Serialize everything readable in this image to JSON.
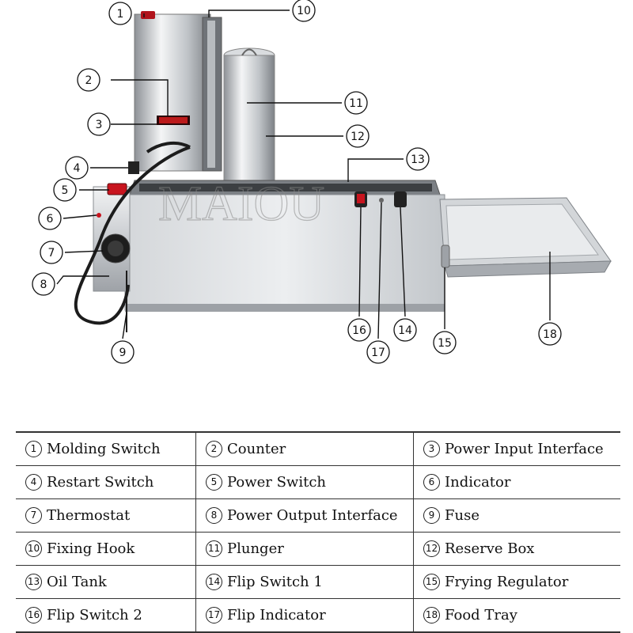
{
  "watermark": "MAIOU",
  "legend": [
    {
      "num": "1",
      "label": "Molding Switch"
    },
    {
      "num": "2",
      "label": "Counter"
    },
    {
      "num": "3",
      "label": "Power Input Interface"
    },
    {
      "num": "4",
      "label": "Restart Switch"
    },
    {
      "num": "5",
      "label": "Power Switch"
    },
    {
      "num": "6",
      "label": "Indicator"
    },
    {
      "num": "7",
      "label": "Thermostat"
    },
    {
      "num": "8",
      "label": "Power Output Interface"
    },
    {
      "num": "9",
      "label": "Fuse"
    },
    {
      "num": "10",
      "label": "Fixing Hook"
    },
    {
      "num": "11",
      "label": "Plunger"
    },
    {
      "num": "12",
      "label": "Reserve Box"
    },
    {
      "num": "13",
      "label": "Oil Tank"
    },
    {
      "num": "14",
      "label": "Flip Switch 1"
    },
    {
      "num": "15",
      "label": "Frying Regulator"
    },
    {
      "num": "16",
      "label": "Flip Switch 2"
    },
    {
      "num": "17",
      "label": "Flip Indicator"
    },
    {
      "num": "18",
      "label": "Food Tray"
    }
  ],
  "colors": {
    "steel_light": "#e6e8ea",
    "steel_mid": "#c2c6ca",
    "steel_dark": "#8e9398",
    "red_switch": "#c8141e",
    "cable": "#1c1c1c"
  }
}
